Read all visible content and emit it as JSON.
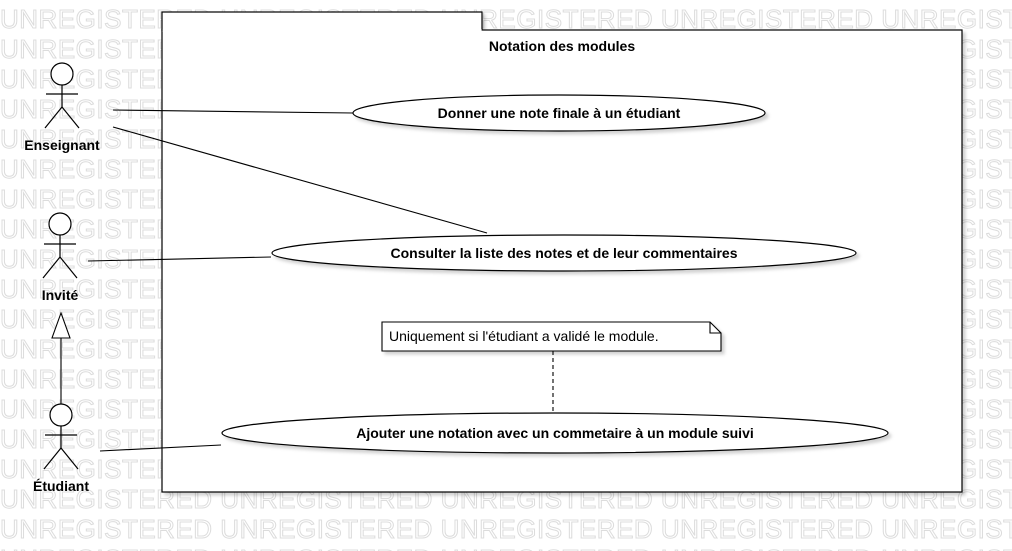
{
  "watermark": "UNREGISTERED",
  "system": {
    "title": "Notation des modules"
  },
  "actors": [
    {
      "name": "Enseignant"
    },
    {
      "name": "Invité"
    },
    {
      "name": "Étudiant"
    }
  ],
  "use_cases": [
    {
      "label": "Donner une note finale à un étudiant"
    },
    {
      "label": "Consulter la liste des notes et de leur commentaires"
    },
    {
      "label": "Ajouter une notation avec un commetaire à un module suivi"
    }
  ],
  "note": {
    "text": "Uniquement si l'étudiant a validé le module."
  }
}
